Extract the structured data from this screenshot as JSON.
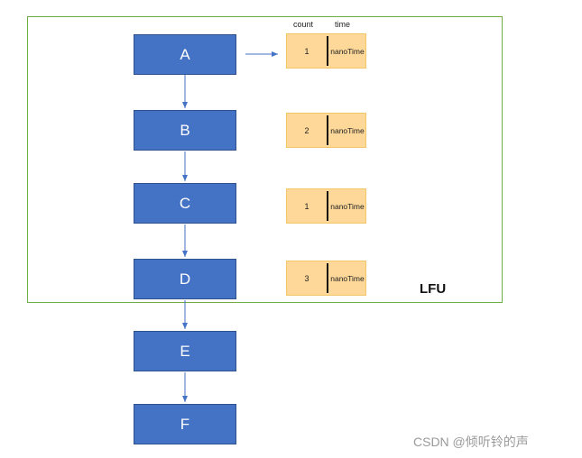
{
  "header": {
    "count_label": "count",
    "time_label": "time"
  },
  "frame": {
    "label": "LFU"
  },
  "nodes": [
    {
      "id": "A",
      "label": "A"
    },
    {
      "id": "B",
      "label": "B"
    },
    {
      "id": "C",
      "label": "C"
    },
    {
      "id": "D",
      "label": "D"
    },
    {
      "id": "E",
      "label": "E"
    },
    {
      "id": "F",
      "label": "F"
    }
  ],
  "entries": [
    {
      "count": "1",
      "time": "nanoTime"
    },
    {
      "count": "2",
      "time": "nanoTime"
    },
    {
      "count": "1",
      "time": "nanoTime"
    },
    {
      "count": "3",
      "time": "nanoTime"
    }
  ],
  "watermark": "CSDN @倾听铃的声",
  "colors": {
    "node": "#4472c4",
    "entry": "#fdd898",
    "frame": "#70ad47",
    "arrow": "#4472c4"
  }
}
